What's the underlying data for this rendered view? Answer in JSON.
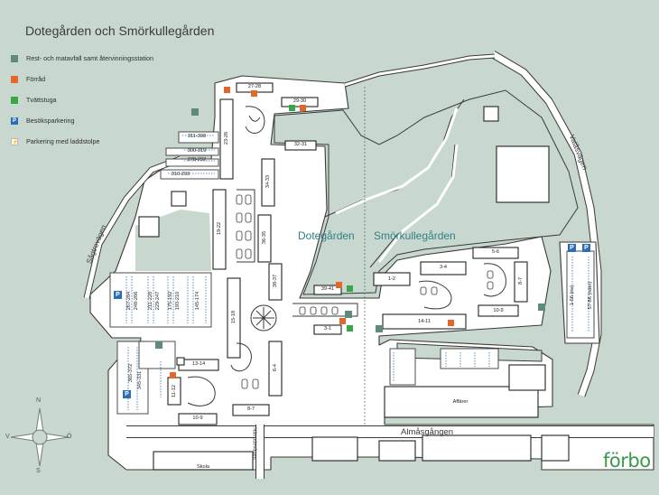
{
  "title": "Dotegården och Smörkullegården",
  "legend": [
    {
      "label": "Rest- och matavfall samt återvinningsstation",
      "color": "#5f8a7d",
      "icon": "square"
    },
    {
      "label": "Förråd",
      "color": "#e3662a",
      "icon": "square"
    },
    {
      "label": "Tvättstuga",
      "color": "#3aa64a",
      "icon": "square"
    },
    {
      "label": "Besöksparkering",
      "color": "#2a6fb6",
      "icon": "P"
    },
    {
      "label": "Parkering med laddstolpe",
      "color": "#ffffff",
      "icon": "bolt"
    }
  ],
  "legend_icons": {
    "parking": "P",
    "bolt": "⚡"
  },
  "areas": {
    "dotegarden": "Dotegården",
    "smorkullegarden": "Smörkullegården"
  },
  "roads": {
    "sagtrovagen": "Sågtrovägen",
    "valasvagen": "Valåsvägen",
    "almasgangen": "Almåsgången",
    "narrodevagen": "Närrodevägen"
  },
  "buildings": {
    "b27_28": "27-28",
    "b29_30": "29-30",
    "b32_31": "32-31",
    "b23_26": "23-26",
    "b34_33": "34-33",
    "b311_308": "311-308",
    "b300_319": "300-319",
    "b278_292": "278-292",
    "b310_293": "310-293",
    "b19_22": "19-22",
    "b36_35": "36-35",
    "b38_37": "38-37",
    "b15_18": "15-18",
    "b6_4": "6-4",
    "b39_41": "39-41",
    "b3_1": "3-1",
    "b13_14": "13-14",
    "b11_12": "11-12",
    "b10_9a": "10-9",
    "b8_7a": "8-7",
    "b1_2": "1-2",
    "b3_4": "3-4",
    "b5_6": "5-6",
    "b8_7b": "8-7",
    "b10_9b": "10-9",
    "b14_11": "14-11",
    "b1_56": "1-56 (nv)",
    "b57_86": "57-86 (nder)",
    "affarer": "Affärer",
    "skola": "Skola",
    "p267_284": "267-284",
    "p248_266": "248-266",
    "p211_228": "211-228",
    "p229_247": "229-247",
    "p175_192": "175-192",
    "p193_210": "193-210",
    "p145_174": "145-174",
    "p365_372": "365-372",
    "p345_331": "345-331"
  },
  "compass": {
    "n": "N",
    "s": "S",
    "v": "V",
    "o": "Ö"
  },
  "brand": "förbo"
}
